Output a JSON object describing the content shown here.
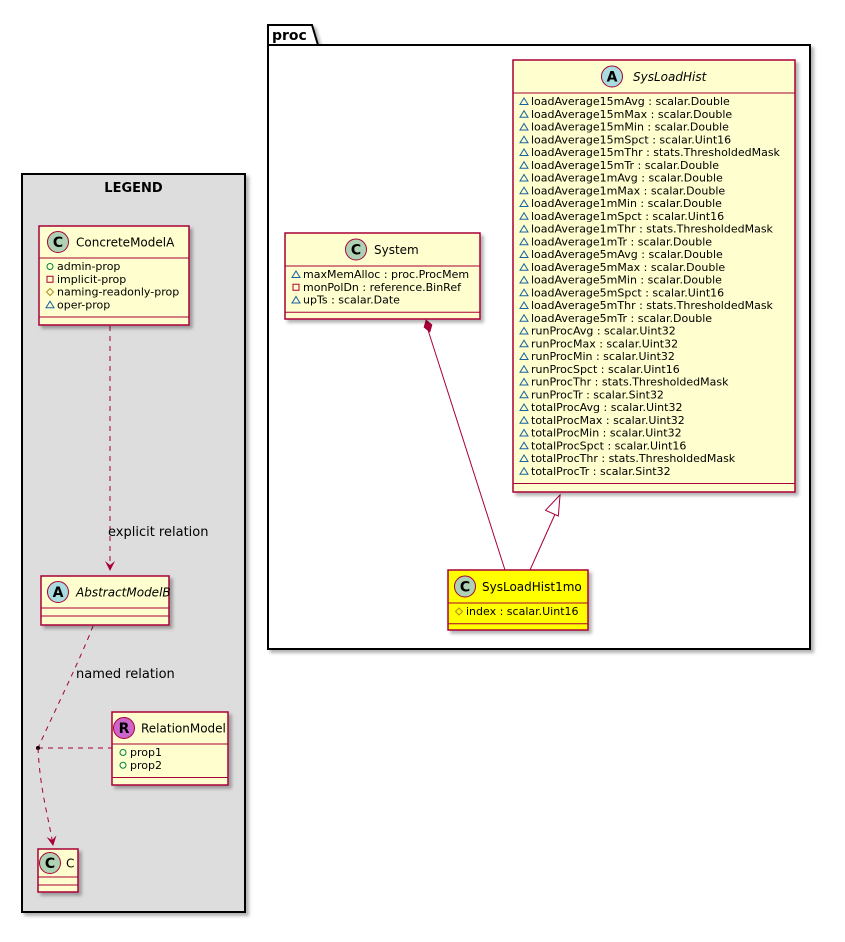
{
  "package": {
    "name": "proc"
  },
  "legend": {
    "title": "LEGEND",
    "concrete_class": {
      "name": "ConcreteModelA",
      "stereotype": "C",
      "attributes": [
        {
          "vis": "+",
          "text": "admin-prop"
        },
        {
          "vis": "-",
          "text": "implicit-prop"
        },
        {
          "vis": "#",
          "text": "naming-readonly-prop"
        },
        {
          "vis": "~",
          "text": "oper-prop"
        }
      ]
    },
    "abstract_class": {
      "name": "AbstractModelB",
      "stereotype": "A"
    },
    "relation_class": {
      "name": "RelationModel",
      "stereotype": "R",
      "attributes": [
        {
          "vis": "+",
          "text": "prop1"
        },
        {
          "vis": "+",
          "text": "prop2"
        }
      ]
    },
    "c_class": {
      "name": "C",
      "stereotype": "C"
    },
    "explicit_relation_label": "explicit relation",
    "named_relation_label": "named relation"
  },
  "system": {
    "name": "System",
    "stereotype": "C",
    "attributes": [
      {
        "vis": "~",
        "text": "maxMemAlloc : proc.ProcMem"
      },
      {
        "vis": "-",
        "text": "monPolDn : reference.BinRef"
      },
      {
        "vis": "~",
        "text": "upTs : scalar.Date"
      }
    ]
  },
  "sysloadhist": {
    "name": "SysLoadHist",
    "stereotype": "A",
    "attributes": [
      {
        "vis": "~",
        "text": "loadAverage15mAvg : scalar.Double"
      },
      {
        "vis": "~",
        "text": "loadAverage15mMax : scalar.Double"
      },
      {
        "vis": "~",
        "text": "loadAverage15mMin : scalar.Double"
      },
      {
        "vis": "~",
        "text": "loadAverage15mSpct : scalar.Uint16"
      },
      {
        "vis": "~",
        "text": "loadAverage15mThr : stats.ThresholdedMask"
      },
      {
        "vis": "~",
        "text": "loadAverage15mTr : scalar.Double"
      },
      {
        "vis": "~",
        "text": "loadAverage1mAvg : scalar.Double"
      },
      {
        "vis": "~",
        "text": "loadAverage1mMax : scalar.Double"
      },
      {
        "vis": "~",
        "text": "loadAverage1mMin : scalar.Double"
      },
      {
        "vis": "~",
        "text": "loadAverage1mSpct : scalar.Uint16"
      },
      {
        "vis": "~",
        "text": "loadAverage1mThr : stats.ThresholdedMask"
      },
      {
        "vis": "~",
        "text": "loadAverage1mTr : scalar.Double"
      },
      {
        "vis": "~",
        "text": "loadAverage5mAvg : scalar.Double"
      },
      {
        "vis": "~",
        "text": "loadAverage5mMax : scalar.Double"
      },
      {
        "vis": "~",
        "text": "loadAverage5mMin : scalar.Double"
      },
      {
        "vis": "~",
        "text": "loadAverage5mSpct : scalar.Uint16"
      },
      {
        "vis": "~",
        "text": "loadAverage5mThr : stats.ThresholdedMask"
      },
      {
        "vis": "~",
        "text": "loadAverage5mTr : scalar.Double"
      },
      {
        "vis": "~",
        "text": "runProcAvg : scalar.Uint32"
      },
      {
        "vis": "~",
        "text": "runProcMax : scalar.Uint32"
      },
      {
        "vis": "~",
        "text": "runProcMin : scalar.Uint32"
      },
      {
        "vis": "~",
        "text": "runProcSpct : scalar.Uint16"
      },
      {
        "vis": "~",
        "text": "runProcThr : stats.ThresholdedMask"
      },
      {
        "vis": "~",
        "text": "runProcTr : scalar.Sint32"
      },
      {
        "vis": "~",
        "text": "totalProcAvg : scalar.Uint32"
      },
      {
        "vis": "~",
        "text": "totalProcMax : scalar.Uint32"
      },
      {
        "vis": "~",
        "text": "totalProcMin : scalar.Uint32"
      },
      {
        "vis": "~",
        "text": "totalProcSpct : scalar.Uint16"
      },
      {
        "vis": "~",
        "text": "totalProcThr : stats.ThresholdedMask"
      },
      {
        "vis": "~",
        "text": "totalProcTr : scalar.Sint32"
      }
    ]
  },
  "sysloadhist1mo": {
    "name": "SysLoadHist1mo",
    "stereotype": "C",
    "highlight_color": "#ffff00",
    "attributes": [
      {
        "vis": "#",
        "text": "index : scalar.Uint16"
      }
    ]
  },
  "colors": {
    "class_fill": "#fefece",
    "class_border": "#a80036",
    "stereotype_c": "#add1b2",
    "stereotype_a": "#a9dcdf",
    "stereotype_r": "#cc66cc",
    "legend_fill": "#dddddd"
  }
}
